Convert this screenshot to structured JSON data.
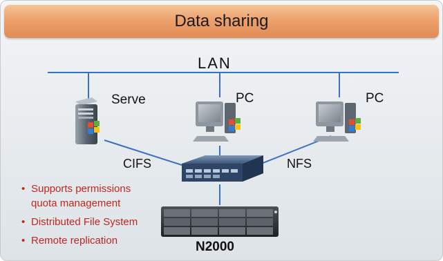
{
  "title": "Data sharing",
  "network_label": "LAN",
  "nodes": {
    "server": "Serve",
    "pc_left": "PC",
    "pc_right": "PC",
    "storage": "N2000"
  },
  "protocols": {
    "left": "CIFS",
    "right": "NFS"
  },
  "features": [
    "Supports permissions\nquota management",
    "Distributed File System",
    "Remote replication"
  ],
  "colors": {
    "title_bar": "#eda16c",
    "lines": "#3b6fc2",
    "feature_text": "#c0261f"
  }
}
